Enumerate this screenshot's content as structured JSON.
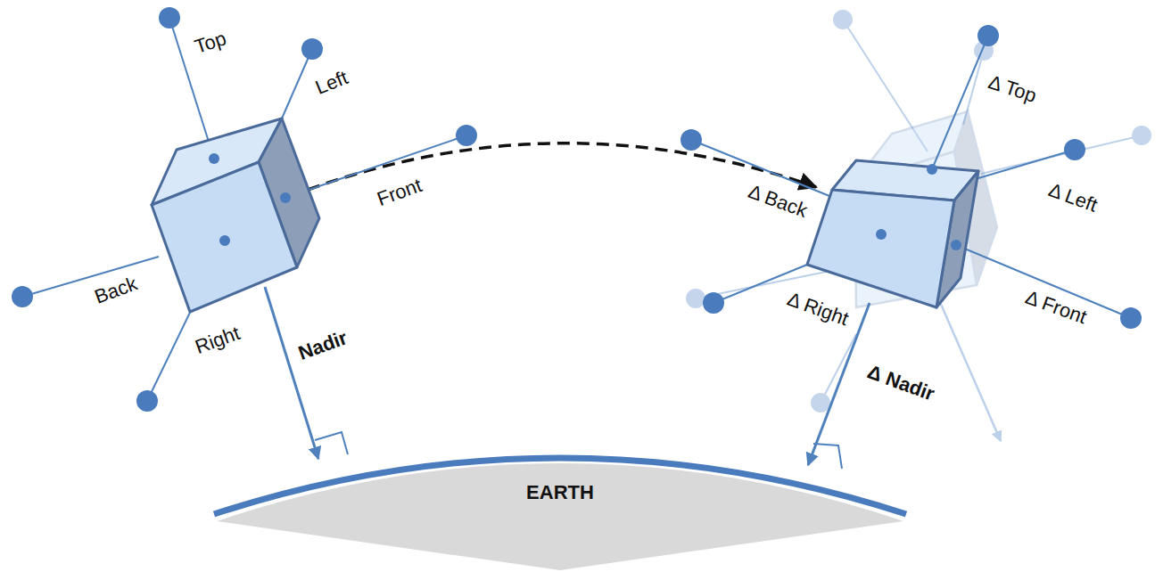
{
  "diagram": {
    "nodes": [
      {
        "text": [
          "EARTH"
        ]
      }
    ],
    "labels": [
      "Top",
      "Left",
      "Front",
      "Back",
      "Right",
      "Nadir",
      "Δ Top",
      "Δ Left",
      "Δ Back",
      "Δ Right",
      "Δ Front",
      "Δ Nadir"
    ]
  }
}
